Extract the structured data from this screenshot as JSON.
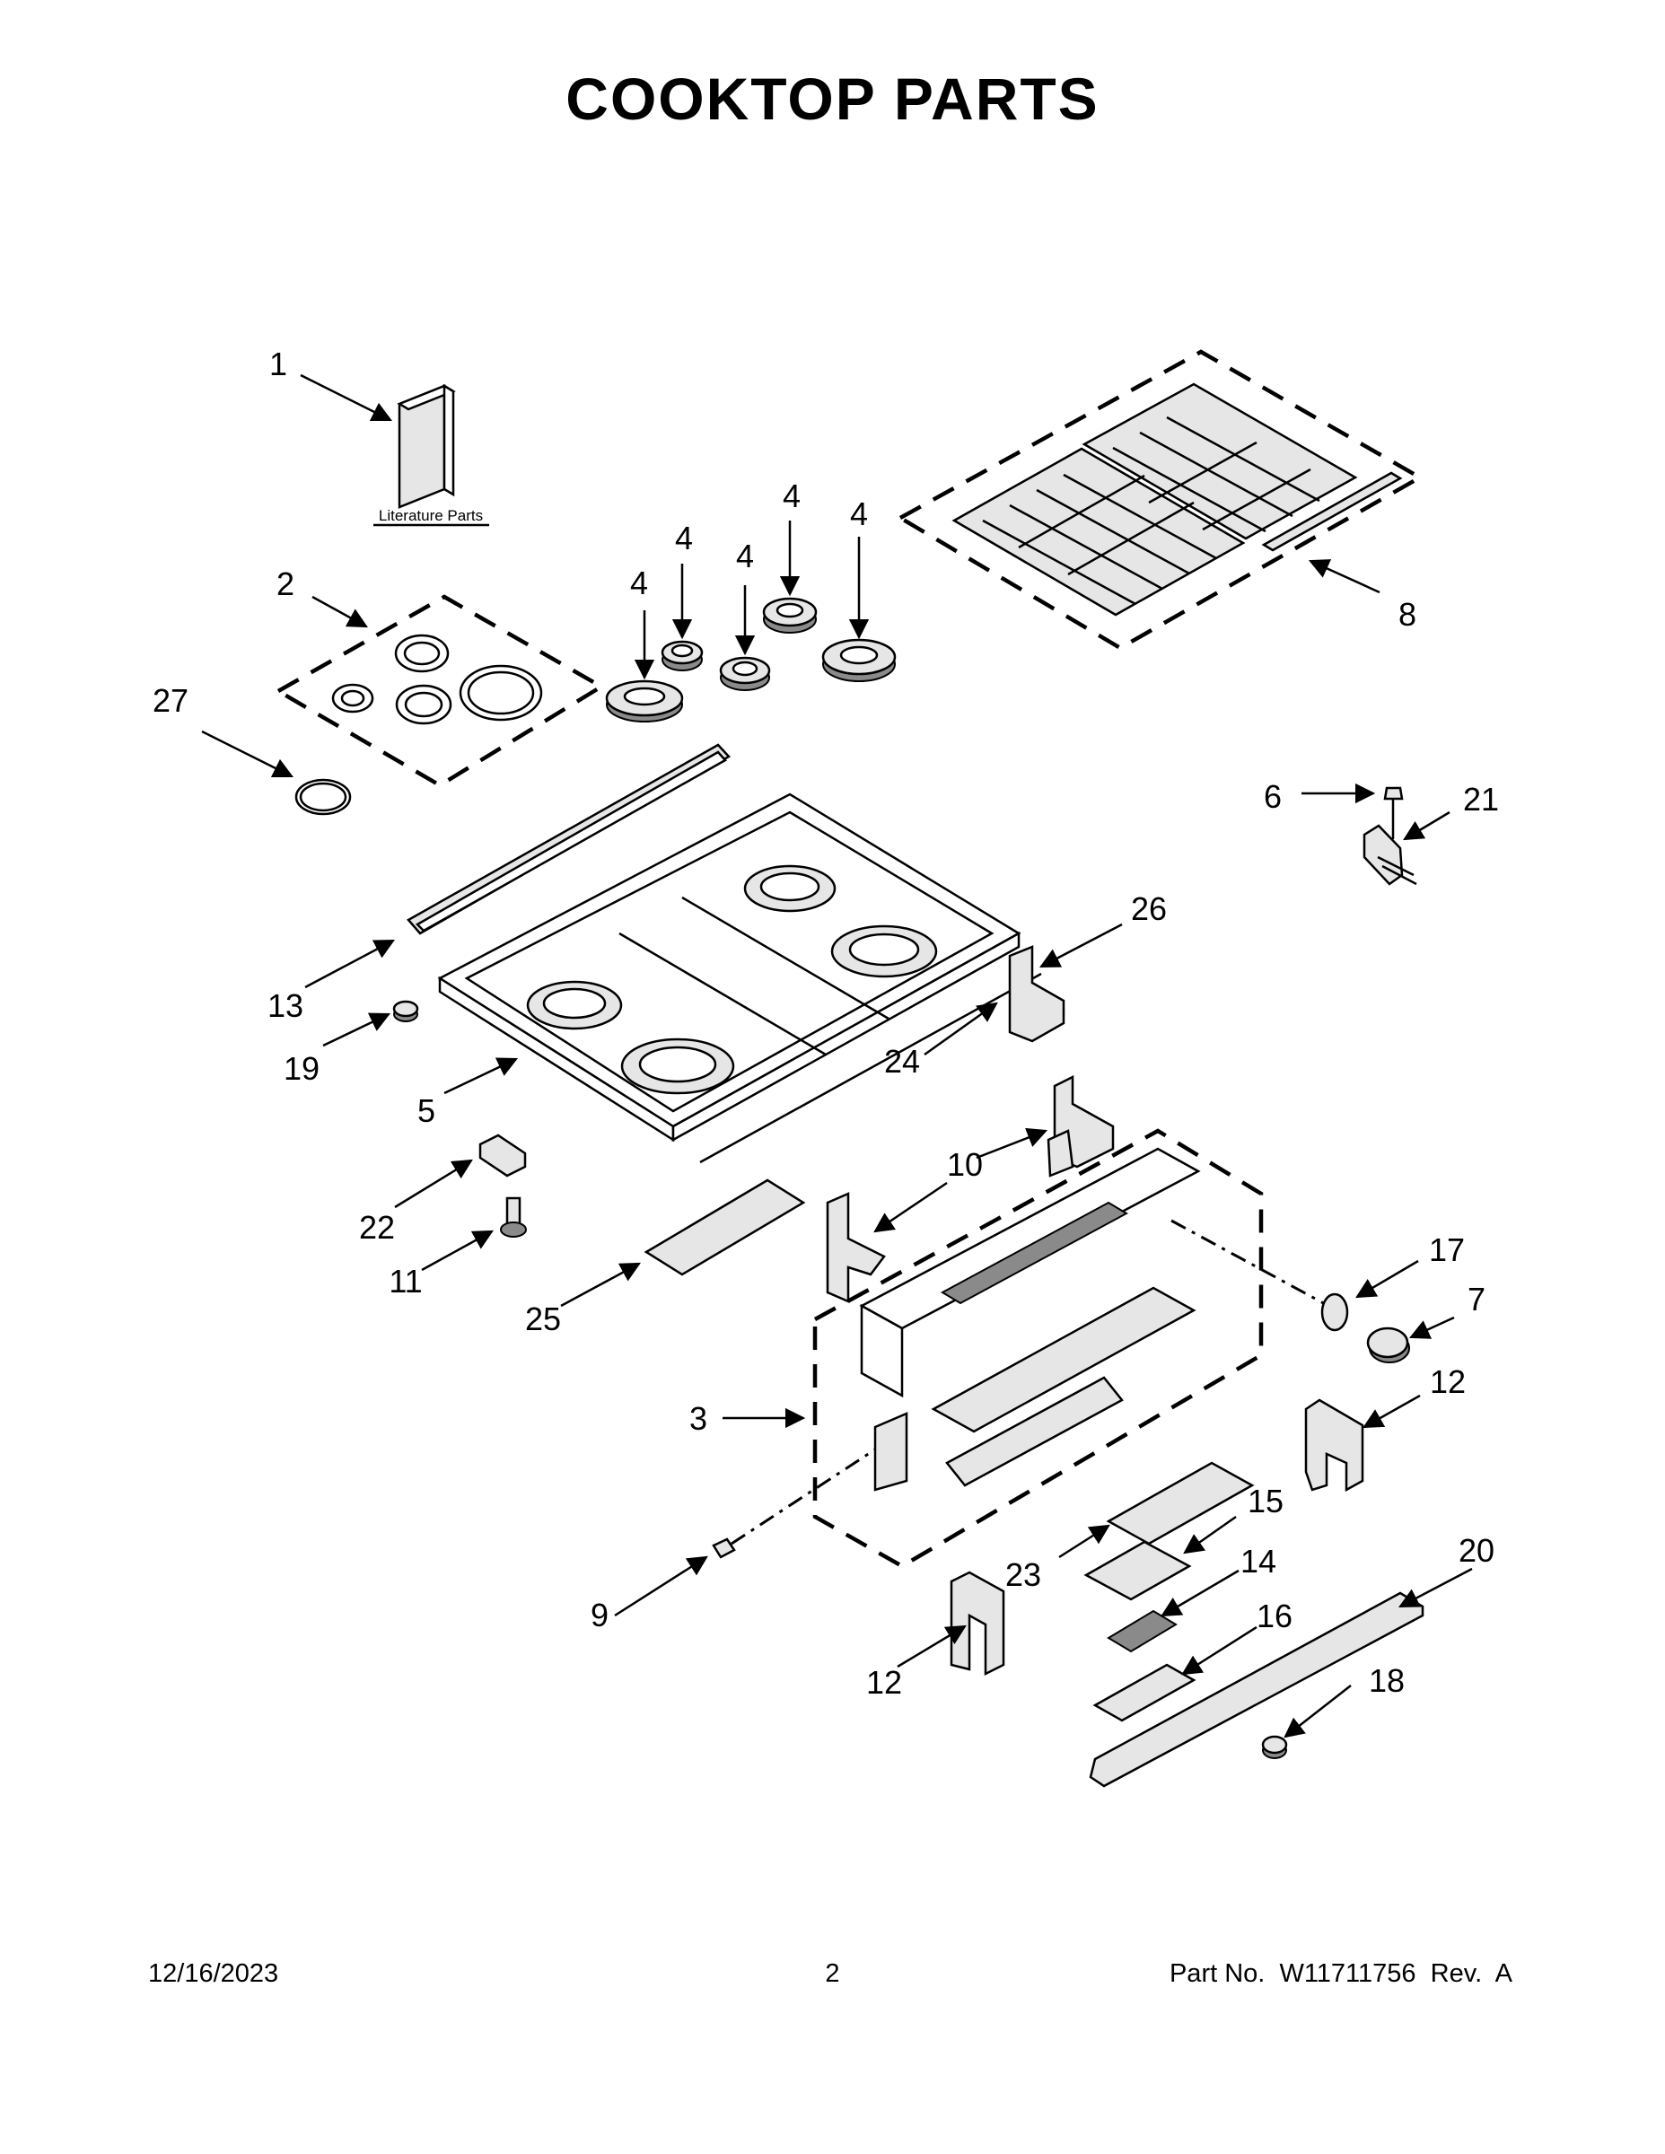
{
  "page": {
    "title": "COOKTOP PARTS",
    "footer": {
      "date": "12/16/2023",
      "page_number": "2",
      "part_no": "Part No.  W11711756  Rev.  A"
    }
  },
  "literature_label": "Literature Parts",
  "callouts": [
    {
      "id": "c1",
      "label": "1"
    },
    {
      "id": "c2",
      "label": "2"
    },
    {
      "id": "c27",
      "label": "27"
    },
    {
      "id": "c4a",
      "label": "4"
    },
    {
      "id": "c4b",
      "label": "4"
    },
    {
      "id": "c4c",
      "label": "4"
    },
    {
      "id": "c4d",
      "label": "4"
    },
    {
      "id": "c4e",
      "label": "4"
    },
    {
      "id": "c8",
      "label": "8"
    },
    {
      "id": "c6",
      "label": "6"
    },
    {
      "id": "c21",
      "label": "21"
    },
    {
      "id": "c26",
      "label": "26"
    },
    {
      "id": "c13",
      "label": "13"
    },
    {
      "id": "c19",
      "label": "19"
    },
    {
      "id": "c5",
      "label": "5"
    },
    {
      "id": "c24",
      "label": "24"
    },
    {
      "id": "c10",
      "label": "10"
    },
    {
      "id": "c22",
      "label": "22"
    },
    {
      "id": "c11",
      "label": "11"
    },
    {
      "id": "c25",
      "label": "25"
    },
    {
      "id": "c17",
      "label": "17"
    },
    {
      "id": "c7",
      "label": "7"
    },
    {
      "id": "c3",
      "label": "3"
    },
    {
      "id": "c12a",
      "label": "12"
    },
    {
      "id": "c15",
      "label": "15"
    },
    {
      "id": "c23",
      "label": "23"
    },
    {
      "id": "c20",
      "label": "20"
    },
    {
      "id": "c14",
      "label": "14"
    },
    {
      "id": "c9",
      "label": "9"
    },
    {
      "id": "c16",
      "label": "16"
    },
    {
      "id": "c12b",
      "label": "12"
    },
    {
      "id": "c18",
      "label": "18"
    }
  ]
}
